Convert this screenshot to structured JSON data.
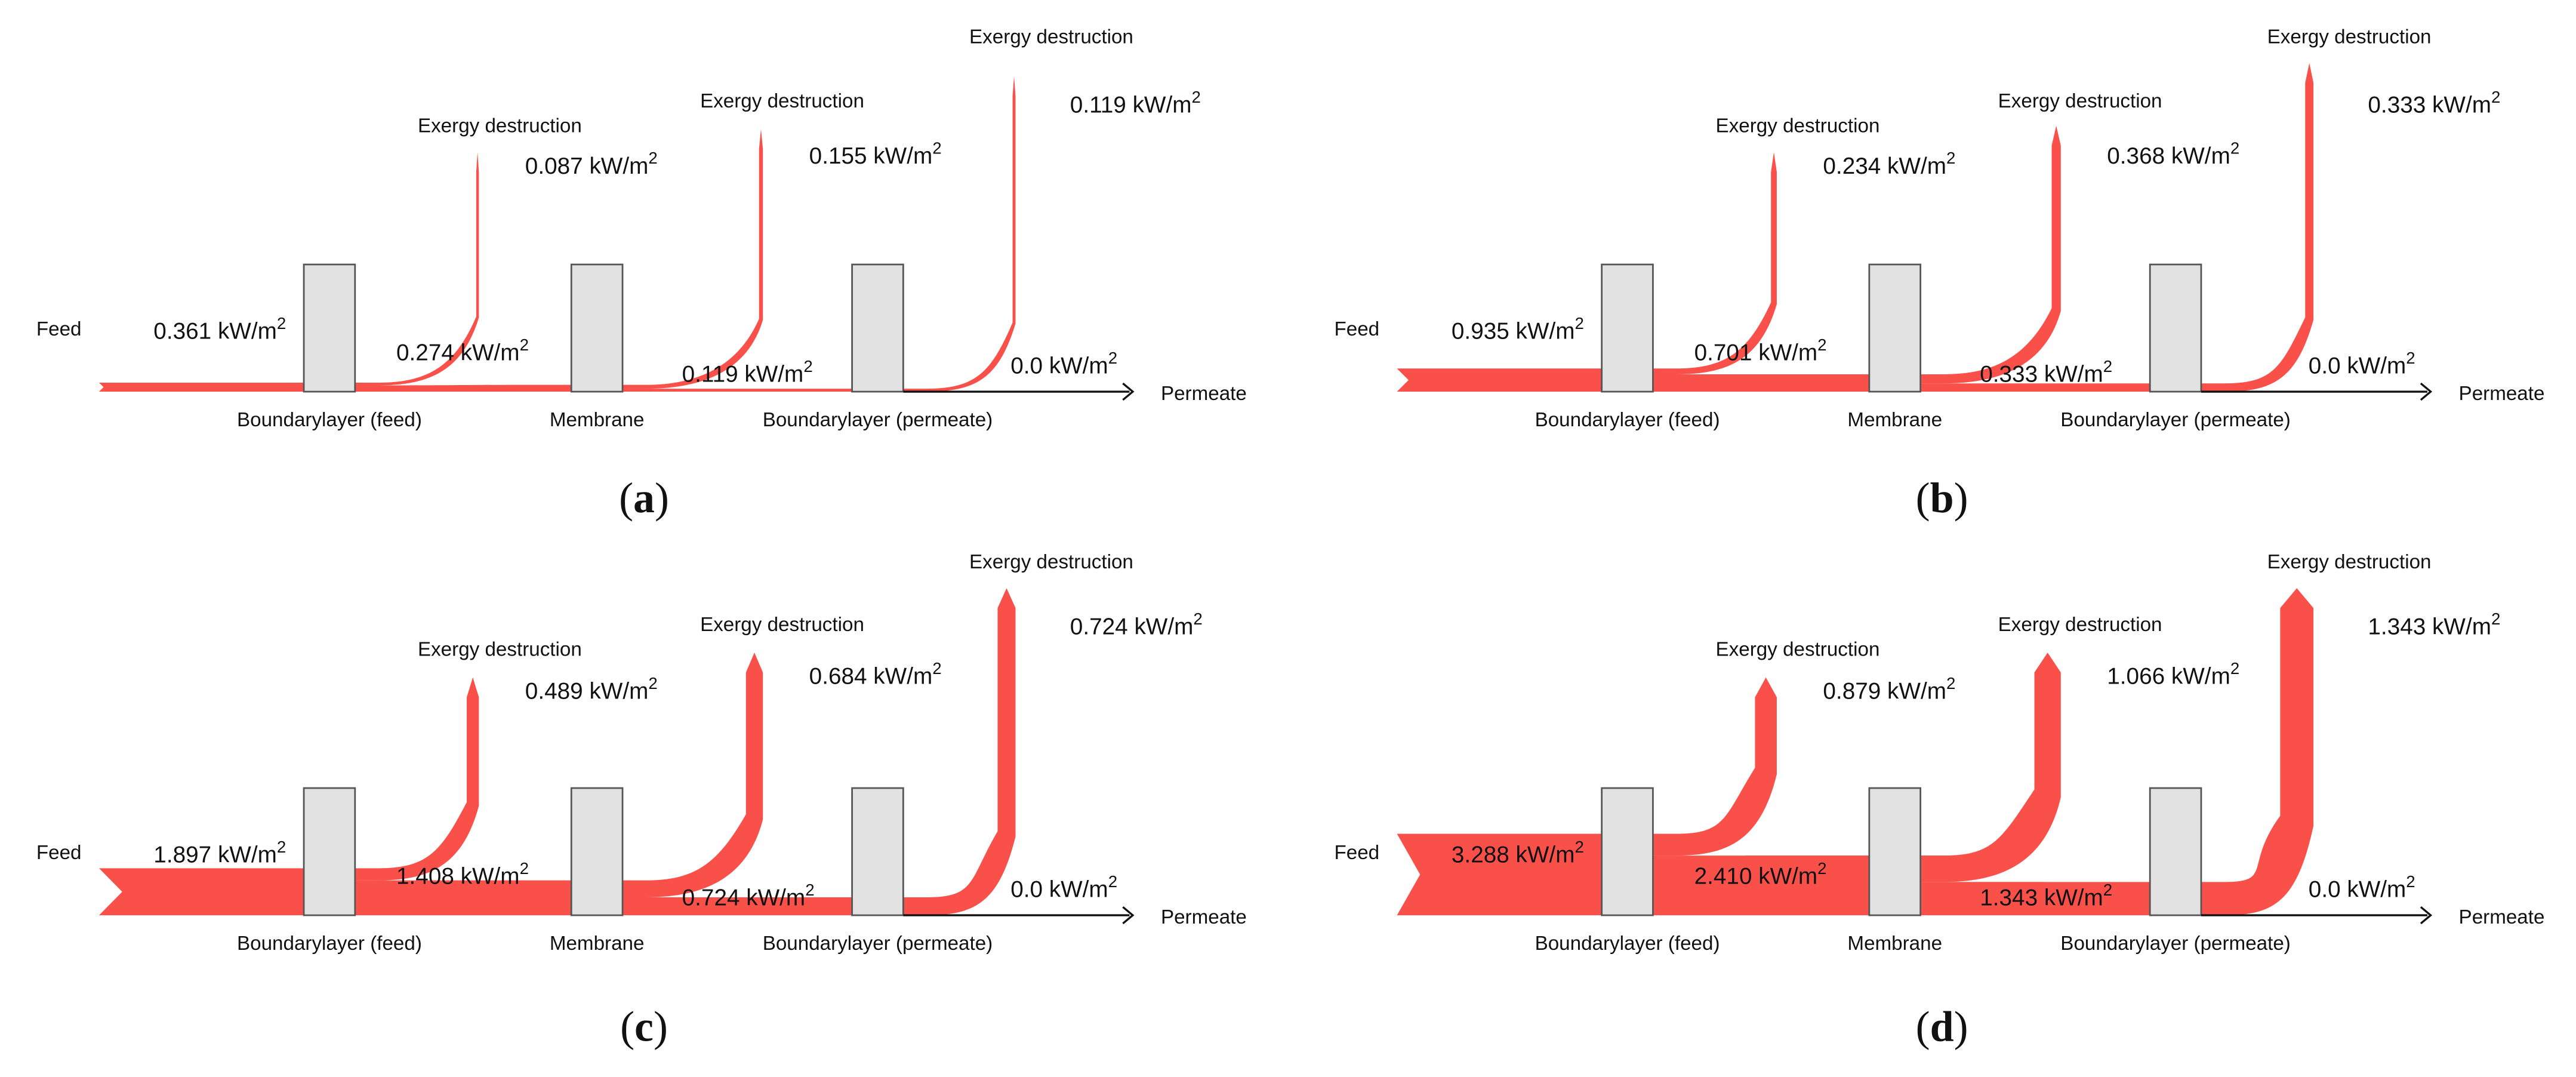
{
  "colors": {
    "flow": "#f9504a",
    "box_fill": "#e2e2e2",
    "box_stroke": "#555555",
    "arrow": "#111111",
    "text": "#111111"
  },
  "labels": {
    "feed": "Feed",
    "permeate": "Permeate",
    "exergy_destruction": "Exergy destruction",
    "stages": [
      "Boundarylayer (feed)",
      "Membrane",
      "Boundarylayer (permeate)"
    ],
    "unit": "kW/m",
    "unit_sup": "2"
  },
  "panels": [
    {
      "id": "a",
      "caption": "a",
      "feed": 0.361,
      "after": [
        0.274,
        0.119,
        0.0
      ],
      "destruction": [
        0.087,
        0.155,
        0.119
      ],
      "feed_label": "0.361",
      "after_labels": [
        "0.274",
        "0.119",
        "0.0"
      ],
      "destruction_labels": [
        "0.087",
        "0.155",
        "0.119"
      ]
    },
    {
      "id": "b",
      "caption": "b",
      "feed": 0.935,
      "after": [
        0.701,
        0.333,
        0.0
      ],
      "destruction": [
        0.234,
        0.368,
        0.333
      ],
      "feed_label": "0.935",
      "after_labels": [
        "0.701",
        "0.333",
        "0.0"
      ],
      "destruction_labels": [
        "0.234",
        "0.368",
        "0.333"
      ]
    },
    {
      "id": "c",
      "caption": "c",
      "feed": 1.897,
      "after": [
        1.408,
        0.724,
        0.0
      ],
      "destruction": [
        0.489,
        0.684,
        0.724
      ],
      "feed_label": "1.897",
      "after_labels": [
        "1.408",
        "0.724",
        "0.0"
      ],
      "destruction_labels": [
        "0.489",
        "0.684",
        "0.724"
      ]
    },
    {
      "id": "d",
      "caption": "d",
      "feed": 3.288,
      "after": [
        2.41,
        1.343,
        0.0
      ],
      "destruction": [
        0.879,
        1.066,
        1.343
      ],
      "feed_label": "3.288",
      "after_labels": [
        "2.410",
        "1.343",
        "0.0"
      ],
      "destruction_labels": [
        "0.879",
        "1.066",
        "1.343"
      ]
    }
  ]
}
